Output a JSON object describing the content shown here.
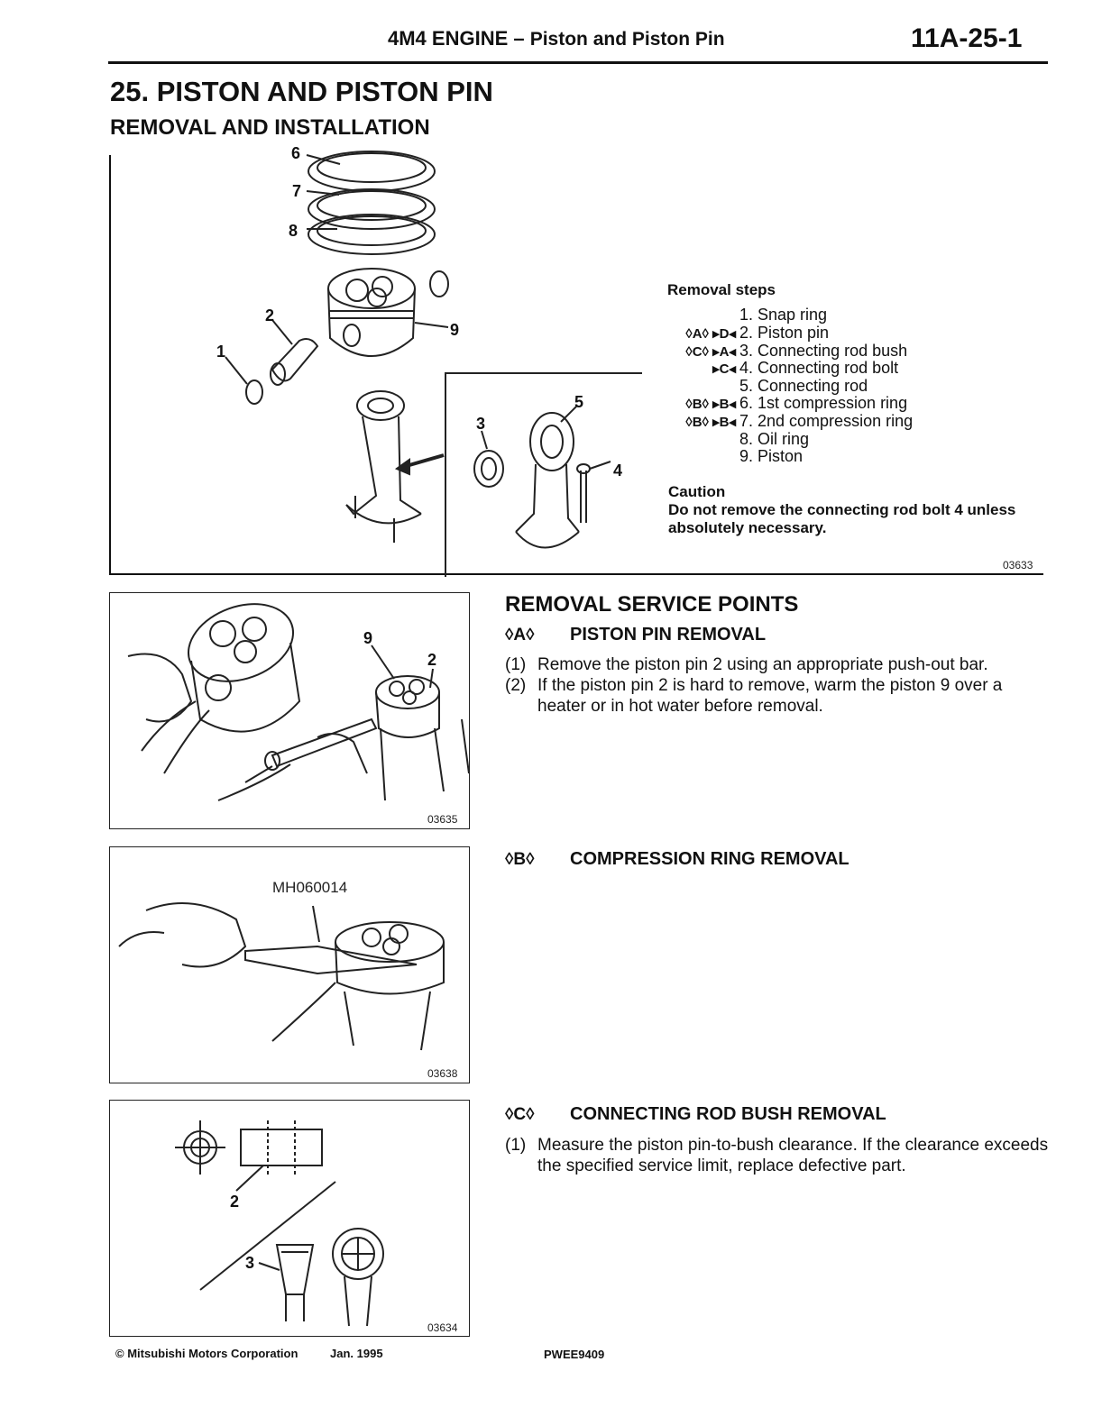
{
  "header": {
    "title_main": "4M4 ENGINE – ",
    "title_sub": "Piston and Piston Pin",
    "page": "11A-25-1"
  },
  "section": {
    "title": "25. PISTON AND PISTON PIN",
    "subtitle": "REMOVAL AND INSTALLATION"
  },
  "figure_main": {
    "number": "03633",
    "callouts": [
      "6",
      "7",
      "8",
      "2",
      "9",
      "1",
      "5",
      "3",
      "4"
    ]
  },
  "removal_steps": {
    "title": "Removal steps",
    "items": [
      {
        "marks": "",
        "text": "1. Snap ring"
      },
      {
        "marks": "◊A◊ ▸D◂",
        "text": "2. Piston pin"
      },
      {
        "marks": "◊C◊ ▸A◂",
        "text": "3. Connecting rod bush"
      },
      {
        "marks": "▸C◂",
        "text": "4. Connecting rod bolt"
      },
      {
        "marks": "",
        "text": "5. Connecting rod"
      },
      {
        "marks": "◊B◊ ▸B◂",
        "text": "6. 1st compression ring"
      },
      {
        "marks": "◊B◊ ▸B◂",
        "text": "7. 2nd compression ring"
      },
      {
        "marks": "",
        "text": "8. Oil ring"
      },
      {
        "marks": "",
        "text": "9. Piston"
      }
    ],
    "caution_title": "Caution",
    "caution_text": "Do not remove the connecting rod bolt 4 unless absolutely necessary."
  },
  "service_points": {
    "title": "REMOVAL SERVICE POINTS",
    "a": {
      "mark": "◊A◊",
      "title": "PISTON PIN REMOVAL",
      "steps": [
        {
          "num": "(1)",
          "text": "Remove the piston pin 2 using an appropriate push-out bar."
        },
        {
          "num": "(2)",
          "text": "If the piston pin 2 is hard to remove, warm the piston 9 over a heater or in hot water before removal."
        }
      ]
    },
    "b": {
      "mark": "◊B◊",
      "title": "COMPRESSION RING REMOVAL"
    },
    "c": {
      "mark": "◊C◊",
      "title": "CONNECTING ROD BUSH REMOVAL",
      "steps": [
        {
          "num": "(1)",
          "text": "Measure the piston pin-to-bush clearance. If the clearance exceeds the specified service limit, replace defective part."
        }
      ]
    }
  },
  "figure_a": {
    "number": "03635",
    "callouts": [
      "9",
      "2"
    ]
  },
  "figure_b": {
    "number": "03638",
    "tool": "MH060014"
  },
  "figure_c": {
    "number": "03634",
    "callouts": [
      "2",
      "3"
    ]
  },
  "footer": {
    "copyright": "© Mitsubishi Motors Corporation",
    "date": "Jan. 1995",
    "code": "PWEE9409"
  }
}
